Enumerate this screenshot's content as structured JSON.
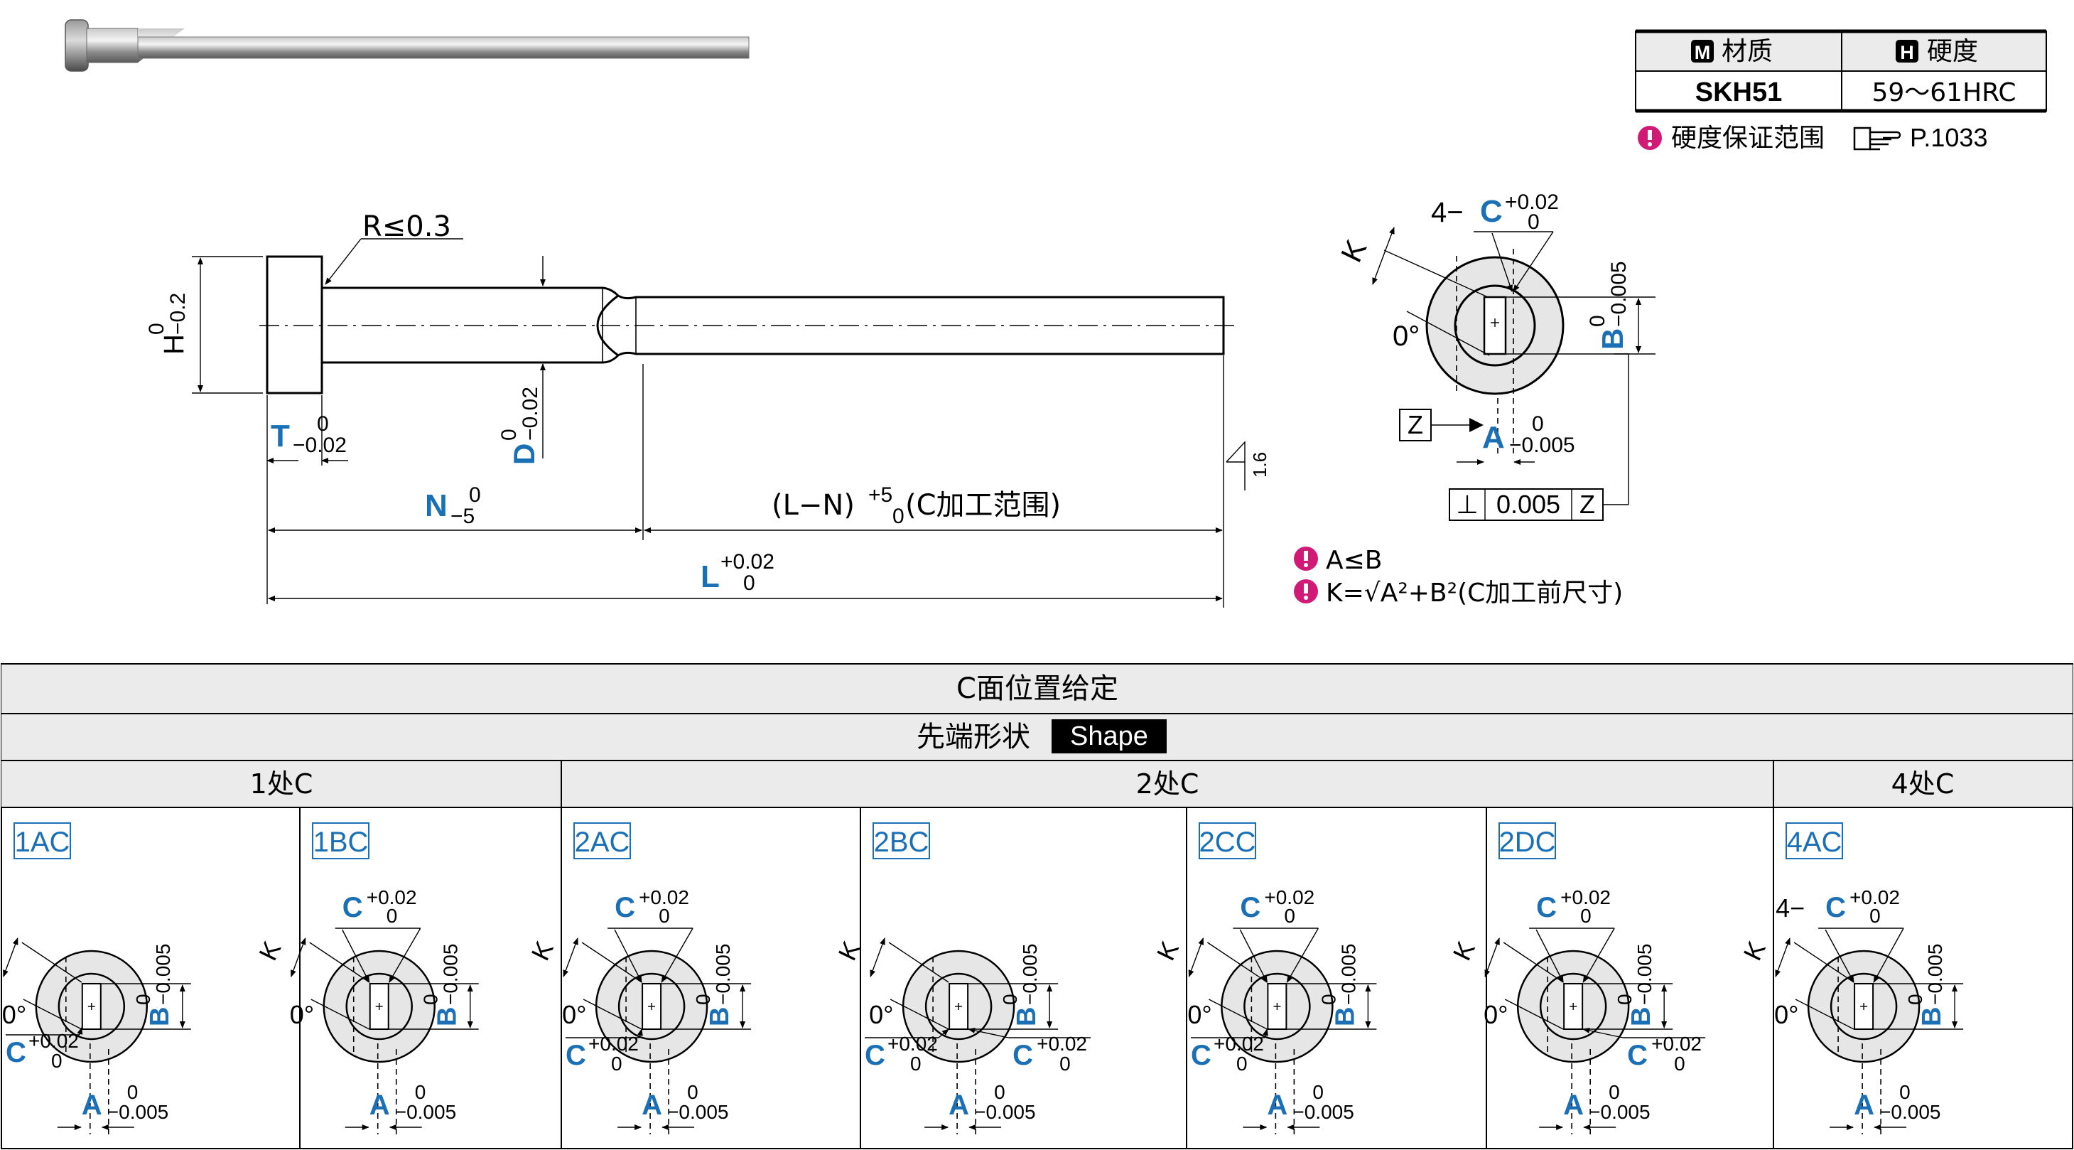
{
  "spec_table": {
    "material_header": "材质",
    "material_icon_letter": "M",
    "hardness_header": "硬度",
    "hardness_icon_letter": "H",
    "material_value": "SKH51",
    "hardness_value": "59～61HRC"
  },
  "hardness_note": {
    "text": "硬度保证范围",
    "page_ref": "P.1033"
  },
  "main_drawing": {
    "radius_label": "R≤0.3",
    "h_letter": "H",
    "h_tol_upper": "0",
    "h_tol_lower": "−0.2",
    "t_letter": "T",
    "t_tol_upper": "0",
    "t_tol_lower": "−0.02",
    "d_letter": "D",
    "d_tol_upper": "0",
    "d_tol_lower": "−0.02",
    "n_letter": "N",
    "n_tol_upper": "0",
    "n_tol_lower": "−5",
    "ln_label_left": "(L−N)",
    "ln_tol_upper": "+5",
    "ln_tol_lower": "0",
    "ln_label_right": "(C加工范围)",
    "l_letter": "L",
    "l_tol_upper": "+0.02",
    "l_tol_lower": "0",
    "roughness": "1.6"
  },
  "section_view": {
    "c_prefix": "4−",
    "c_letter": "C",
    "c_tol_upper": "+0.02",
    "c_tol_lower": "0",
    "k_letter": "K",
    "angle": "0°",
    "b_letter": "B",
    "b_tol_upper": "0",
    "b_tol_lower": "−0.005",
    "a_letter": "A",
    "a_tol_upper": "0",
    "a_tol_lower": "−0.005",
    "datum": "Z",
    "perp_symbol": "⊥",
    "perp_value": "0.005",
    "perp_datum": "Z"
  },
  "notes": [
    "A≤B",
    "K=√A²+B²(C加工前尺寸)"
  ],
  "shape_table": {
    "title": "C面位置给定",
    "subtitle": "先端形状",
    "subtitle_tag": "Shape",
    "groups": [
      "1处C",
      "2处C",
      "4处C"
    ],
    "cells": [
      {
        "code": "1AC",
        "c_prefix": ""
      },
      {
        "code": "1BC",
        "c_prefix": ""
      },
      {
        "code": "2AC",
        "c_prefix": ""
      },
      {
        "code": "2BC",
        "c_prefix": ""
      },
      {
        "code": "2CC",
        "c_prefix": ""
      },
      {
        "code": "2DC",
        "c_prefix": ""
      },
      {
        "code": "4AC",
        "c_prefix": "4−"
      }
    ],
    "small": {
      "k": "K",
      "angle": "0°",
      "c": "C",
      "c_up": "+0.02",
      "c_low": "0",
      "b": "B",
      "b_up": "0",
      "b_low": "−0.005",
      "a": "A",
      "a_up": "0",
      "a_low": "−0.005"
    }
  },
  "colors": {
    "accent_blue": "#1a6fb5",
    "note_pink": "#d01a75"
  }
}
